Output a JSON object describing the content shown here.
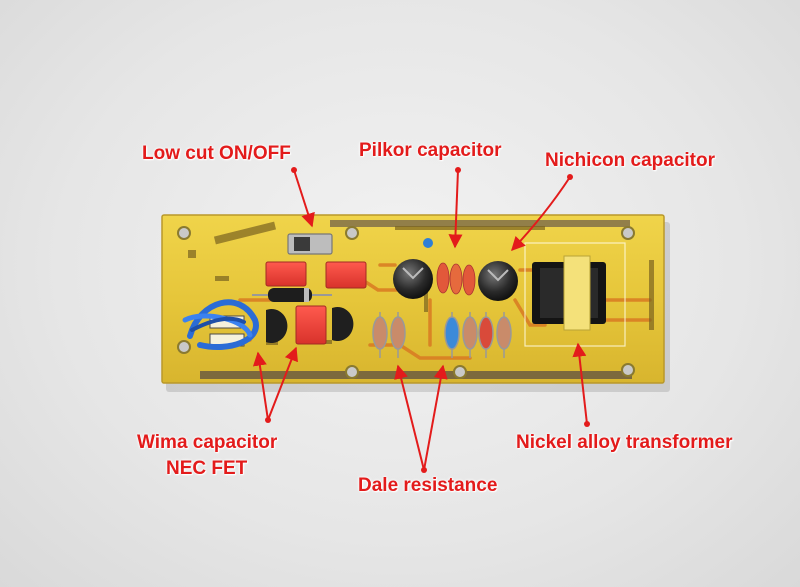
{
  "labels": {
    "low_cut": "Low cut ON/OFF",
    "pilkor": "Pilkor capacitor",
    "nichicon": "Nichicon capacitor",
    "wima": "Wima capacitor",
    "nec": "NEC FET",
    "dale": "Dale resistance",
    "transformer": "Nickel alloy transformer"
  },
  "colors": {
    "label_red": "#e31b1b",
    "board_yellow": "#e8c93a",
    "trace_orange": "#d97a22",
    "background": "#e8e8e8"
  }
}
